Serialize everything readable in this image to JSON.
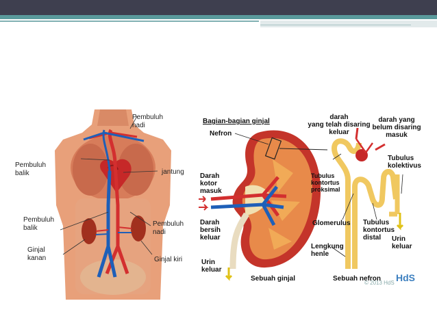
{
  "left_figure": {
    "labels": {
      "pembuluh_nadi_top": "Pembuluh\nnadi",
      "pembuluh_balik_top": "Pembuluh\nbalik",
      "jantung": "jantung",
      "pembuluh_balik_mid": "Pembuluh\nbalik",
      "pembuluh_nadi_mid": "Pembuluh\nnadi",
      "ginjal_kanan": "Ginjal\nkanan",
      "ginjal_kiri": "Ginjal kiri"
    }
  },
  "right_figure": {
    "title": "Bagian-bagian ginjal",
    "labels": {
      "nefron": "Nefron",
      "darah_disaring_keluar": "darah\nyang telah disaring\nkeluar",
      "darah_belum_disaring": "darah yang\nbelum disaring\nmasuk",
      "tubulus_kolektivus": "Tubulus\nkolektivus",
      "tubulus_proksimal": "Tubulus\nkontortus\nproksimal",
      "darah_kotor_masuk": "Darah\nkotor\nmasuk",
      "darah_bersih_keluar": "Darah\nbersih\nkeluar",
      "glomerulus": "Glomerulus",
      "tubulus_distal": "Tubulus\nkontortus\ndistal",
      "urin_keluar_right": "Urin\nkeluar",
      "lengkung_henle": "Lengkung\nhenle",
      "urin_keluar_left": "Urin\nkeluar",
      "sebuah_ginjal": "Sebuah ginjal",
      "sebuah_nefron": "Sebuah nefron",
      "copyright": "© 2013 HdS",
      "brand": "HdS"
    }
  }
}
